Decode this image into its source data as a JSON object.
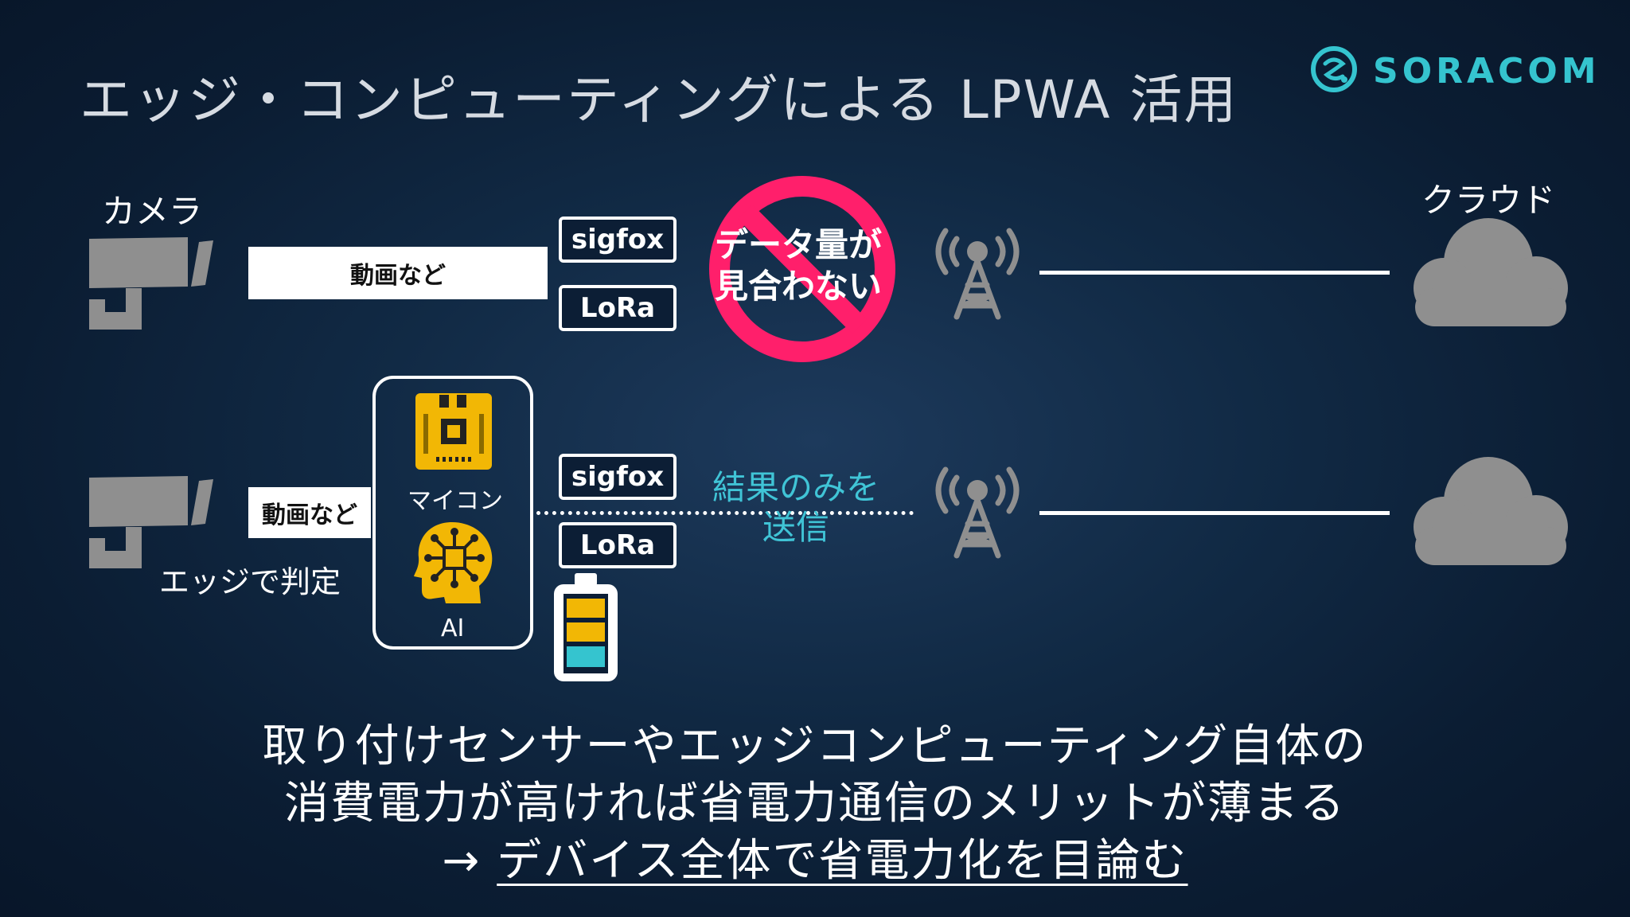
{
  "slide": {
    "title": "エッジ・コンピューティングによる LPWA 活用",
    "logo_text": "SORACOM"
  },
  "top_row": {
    "camera_label": "カメラ",
    "data_box": "動画など",
    "lpwa_1": "sigfox",
    "lpwa_2": "LoRa",
    "no_entry_text_1": "データ量が",
    "no_entry_text_2": "見合わない",
    "cloud_label": "クラウド"
  },
  "bottom_row": {
    "data_box": "動画など",
    "edge_label": "エッジで判定",
    "mcu_label": "マイコン",
    "ai_label": "AI",
    "lpwa_1": "sigfox",
    "lpwa_2": "LoRa",
    "result_text_1": "結果のみを",
    "result_text_2": "送信"
  },
  "footer": {
    "line_1": "取り付けセンサーやエッジコンピューティング自体の",
    "line_2": "消費電力が高ければ省電力通信のメリットが薄まる",
    "arrow": "→",
    "line_3": "デバイス全体で省電力化を目論む"
  },
  "colors": {
    "accent": "#35c4cf",
    "no_entry": "#ff1f6b",
    "chip": "#f2b705",
    "icon_gray": "#8f8f8f"
  },
  "icons": [
    "soracom-logo-icon",
    "camera-icon",
    "no-entry-icon",
    "antenna-tower-icon",
    "cloud-icon",
    "microcontroller-icon",
    "ai-head-icon",
    "battery-icon"
  ]
}
